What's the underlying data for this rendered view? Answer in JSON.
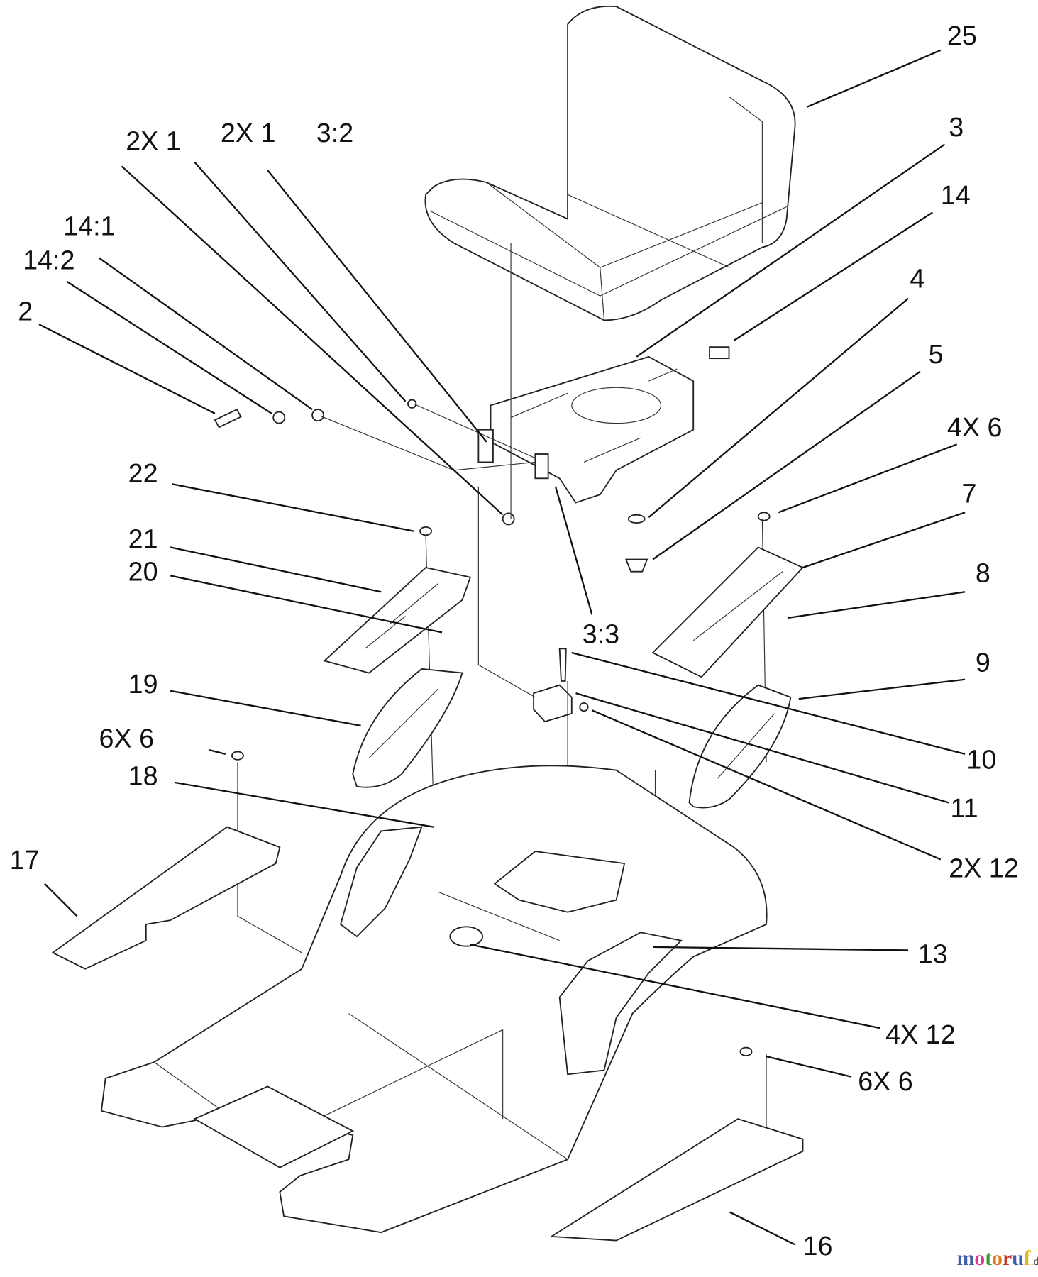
{
  "diagram": {
    "callouts": [
      {
        "id": "c25",
        "text": "25"
      },
      {
        "id": "c3",
        "text": "3"
      },
      {
        "id": "c14",
        "text": "14"
      },
      {
        "id": "c4",
        "text": "4"
      },
      {
        "id": "c5",
        "text": "5"
      },
      {
        "id": "c4x6",
        "text": "4X 6"
      },
      {
        "id": "c7",
        "text": "7"
      },
      {
        "id": "c8",
        "text": "8"
      },
      {
        "id": "c9",
        "text": "9"
      },
      {
        "id": "c10",
        "text": "10"
      },
      {
        "id": "c11",
        "text": "11"
      },
      {
        "id": "c2x12",
        "text": "2X 12"
      },
      {
        "id": "c13",
        "text": "13"
      },
      {
        "id": "c4x12",
        "text": "4X 12"
      },
      {
        "id": "c6x6r",
        "text": "6X 6"
      },
      {
        "id": "c16",
        "text": "16"
      },
      {
        "id": "c17",
        "text": "17"
      },
      {
        "id": "c6x6l",
        "text": "6X 6"
      },
      {
        "id": "c18",
        "text": "18"
      },
      {
        "id": "c19",
        "text": "19"
      },
      {
        "id": "c20",
        "text": "20"
      },
      {
        "id": "c21",
        "text": "21"
      },
      {
        "id": "c22",
        "text": "22"
      },
      {
        "id": "c33",
        "text": "3:3"
      },
      {
        "id": "c2",
        "text": "2"
      },
      {
        "id": "c142",
        "text": "14:2"
      },
      {
        "id": "c141",
        "text": "14:1"
      },
      {
        "id": "c2x1a",
        "text": "2X 1"
      },
      {
        "id": "c2x1b",
        "text": "2X 1"
      },
      {
        "id": "c32",
        "text": "3:2"
      }
    ]
  },
  "watermark": {
    "brand": "motoruf",
    "suffix": ".de",
    "colors": [
      "#3b5fa8",
      "#d23c8c",
      "#3a9a3a",
      "#e07a1e",
      "#c0392b",
      "#e0b91e"
    ]
  }
}
